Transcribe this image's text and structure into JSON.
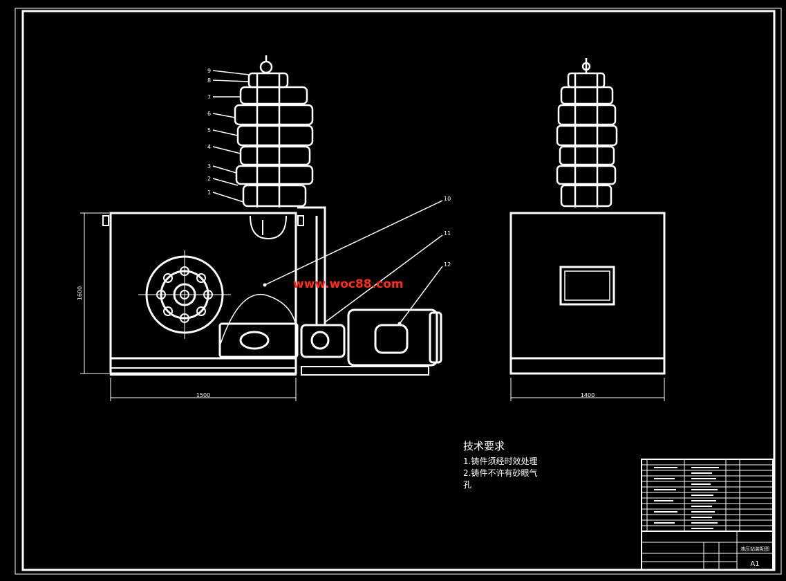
{
  "dims": {
    "left_width": "1500",
    "left_height": "1600",
    "right_width": "1400"
  },
  "balloons": [
    "1",
    "2",
    "3",
    "4",
    "5",
    "6",
    "7",
    "8",
    "9"
  ],
  "callouts": [
    "10",
    "11",
    "12"
  ],
  "tech": {
    "heading": "技术要求",
    "line1": "1.铸件须经时效处理",
    "line2": "2.铸件不许有砂眼气",
    "line3": "孔"
  },
  "watermark": "www.woc88.com",
  "title_block": {
    "sheet_size": "A1",
    "drawing_title": "液压站装配图"
  },
  "colors": {
    "background": "#000000",
    "line": "#ffffff",
    "watermark": "#ff2a1a"
  }
}
